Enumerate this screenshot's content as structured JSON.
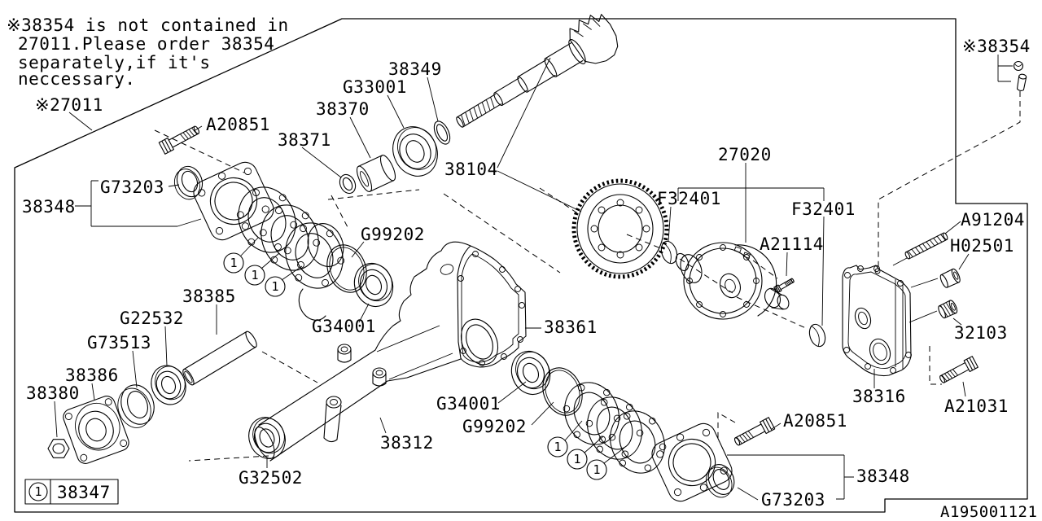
{
  "note": {
    "lines": [
      "※38354 is not contained in",
      "27011.Please order 38354",
      "separately,if it's",
      "neccessary."
    ]
  },
  "diagram_ref": "※27011",
  "diagram_id": "A195001121",
  "legend": {
    "callout": "1",
    "part_number": "38347"
  },
  "callout": "1",
  "parts": {
    "a20851_top": "A20851",
    "p38371": "38371",
    "p38370": "38370",
    "g33001": "G33001",
    "p38349": "38349",
    "p38104": "38104",
    "g73203_left": "G73203",
    "p38348_left": "38348",
    "g99202_left": "G99202",
    "g34001_left": "G34001",
    "p38385": "38385",
    "g22532": "G22532",
    "g73513": "G73513",
    "p38386": "38386",
    "p38380": "38380",
    "g32502": "G32502",
    "p38312": "38312",
    "p38361": "38361",
    "g34001_right": "G34001",
    "g99202_right": "G99202",
    "p27020": "27020",
    "f32401_left": "F32401",
    "f32401_right": "F32401",
    "a21114": "A21114",
    "p38354": "※38354",
    "a91204": "A91204",
    "h02501": "H02501",
    "p32103": "32103",
    "p38316": "38316",
    "a21031": "A21031",
    "a20851_bottom": "A20851",
    "p38348_right": "38348",
    "g73203_right": "G73203"
  },
  "colors": {
    "line": "#000000",
    "background": "#ffffff"
  }
}
